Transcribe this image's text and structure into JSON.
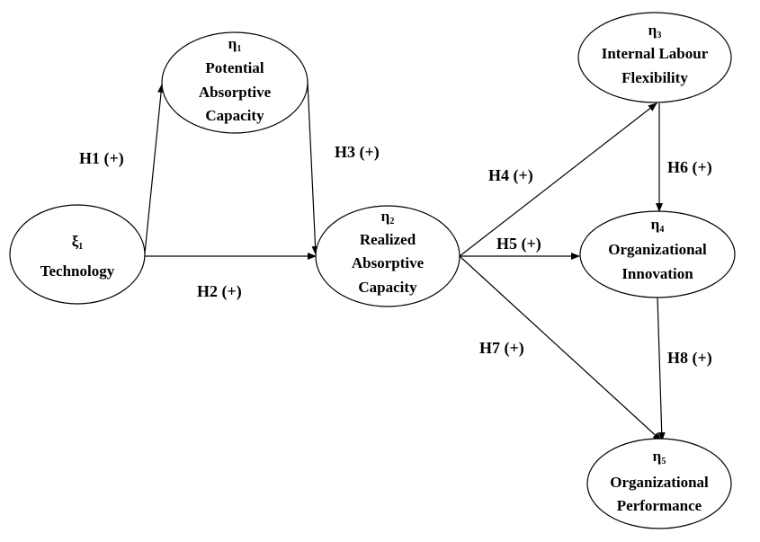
{
  "nodes": {
    "xi1": {
      "symbol": "ξ",
      "subscript": "1",
      "lines": [
        "Technology"
      ]
    },
    "eta1": {
      "symbol": "η",
      "subscript": "1",
      "lines": [
        "Potential",
        "Absorptive",
        "Capacity"
      ]
    },
    "eta2": {
      "symbol": "η",
      "subscript": "2",
      "lines": [
        "Realized",
        "Absorptive",
        "Capacity"
      ]
    },
    "eta3": {
      "symbol": "η",
      "subscript": "3",
      "lines": [
        "Internal Labour",
        "Flexibility"
      ]
    },
    "eta4": {
      "symbol": "η",
      "subscript": "4",
      "lines": [
        "Organizational",
        "Innovation"
      ]
    },
    "eta5": {
      "symbol": "η",
      "subscript": "5",
      "lines": [
        "Organizational",
        "Performance"
      ]
    }
  },
  "hypotheses": {
    "h1": {
      "label": "H1 (+)",
      "from": "xi1",
      "to": "eta1"
    },
    "h2": {
      "label": "H2 (+)",
      "from": "xi1",
      "to": "eta2"
    },
    "h3": {
      "label": "H3 (+)",
      "from": "eta1",
      "to": "eta2"
    },
    "h4": {
      "label": "H4 (+)",
      "from": "eta2",
      "to": "eta3"
    },
    "h5": {
      "label": "H5 (+)",
      "from": "eta2",
      "to": "eta4"
    },
    "h6": {
      "label": "H6 (+)",
      "from": "eta3",
      "to": "eta4"
    },
    "h7": {
      "label": "H7 (+)",
      "from": "eta2",
      "to": "eta5"
    },
    "h8": {
      "label": "H8 (+)",
      "from": "eta4",
      "to": "eta5"
    }
  },
  "colors": {
    "stroke": "#000000",
    "background": "#ffffff",
    "text": "#000000"
  }
}
